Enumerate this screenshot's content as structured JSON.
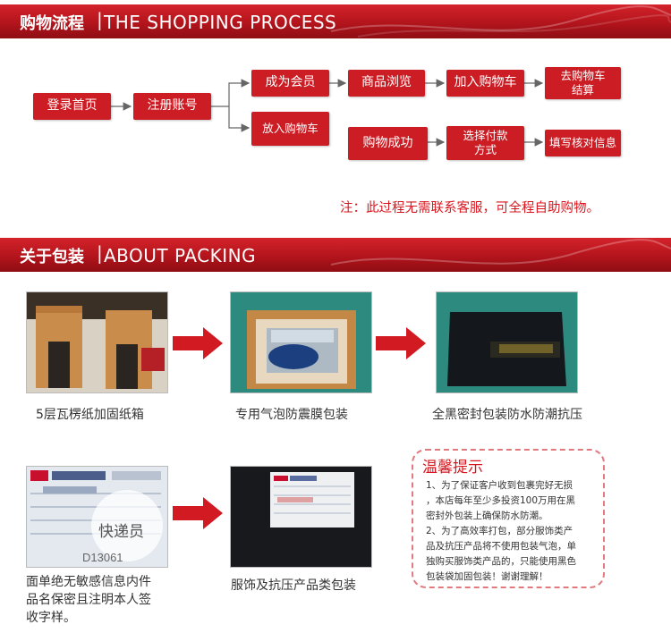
{
  "header1": {
    "title": "购物流程",
    "separator": "|",
    "subtitle": "THE SHOPPING PROCESS"
  },
  "header2": {
    "title": "关于包装",
    "separator": "|",
    "subtitle": "ABOUT PACKING"
  },
  "flow": {
    "login": "登录首页",
    "register": "注册账号",
    "member": "成为会员",
    "browse": "商品浏览",
    "addcart": "加入购物车",
    "checkout_l1": "去购物车",
    "checkout_l2": "结算",
    "putcart": "放入购物车",
    "success": "购物成功",
    "pay_l1": "选择付款",
    "pay_l2": "方式",
    "verify": "填写核对信息"
  },
  "note": "注：此过程无需联系客服，可全程自助购物。",
  "packing": {
    "cap1": "5层瓦楞纸加固纸箱",
    "cap2": "专用气泡防震膜包装",
    "cap3": "全黑密封包装防水防潮抗压",
    "cap4_l1": "面单绝无敏感信息内件",
    "cap4_l2": "品名保密且注明本人签",
    "cap4_l3": "收字样。",
    "cap5": "服饰及抗压产品类包装",
    "label_word": "快递员",
    "label_num": "D13061"
  },
  "tips": {
    "title": "温馨提示",
    "lines": [
      "1、为了保证客户收到包裹完好无损",
      "，本店每年至少多投资100万用在黑",
      "密封外包装上确保防水防潮。",
      "2、为了高效率打包，部分服饰类产",
      "品及抗压产品将不使用包装气泡，单",
      "独购买服饰类产品的，只能使用黑色",
      "包装袋加固包装！谢谢理解！"
    ]
  },
  "colors": {
    "accent": "#cc1d25",
    "note": "#d8151e",
    "arrow": "#d21a22"
  }
}
